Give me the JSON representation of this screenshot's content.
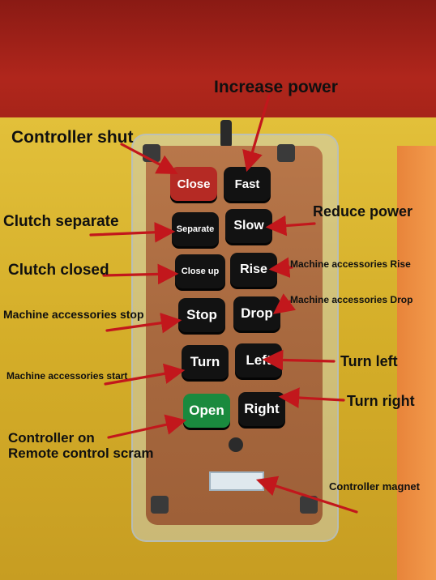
{
  "buttons": {
    "close": "Close",
    "fast": "Fast",
    "separate": "Separate",
    "slow": "Slow",
    "close_up": "Close up",
    "rise": "Rise",
    "stop": "Stop",
    "drop": "Drop",
    "turn": "Turn",
    "left": "Left",
    "open": "Open",
    "right": "Right"
  },
  "labels": {
    "increase_power": "Increase power",
    "controller_shut": "Controller shut",
    "clutch_separate": "Clutch separate",
    "reduce_power": "Reduce power",
    "clutch_closed": "Clutch closed",
    "accessories_rise": "Machine accessories Rise",
    "accessories_stop": "Machine accessories stop",
    "accessories_drop": "Machine accessories Drop",
    "turn_left": "Turn left",
    "accessories_start": "Machine accessories start",
    "turn_right": "Turn right",
    "controller_on": "Controller on",
    "remote_scram": "Remote control scram",
    "controller_magnet": "Controller magnet"
  },
  "colors": {
    "arrow": "#c2171c",
    "close_key": "#b52a24",
    "open_key": "#1a8a3e"
  }
}
